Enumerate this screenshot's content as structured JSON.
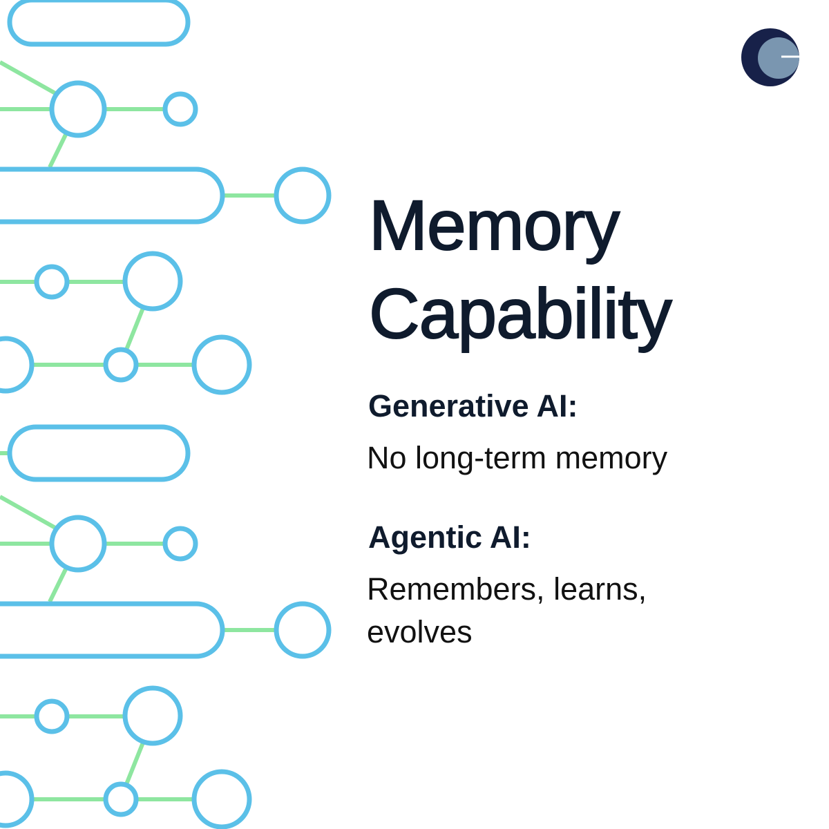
{
  "title_line1": "Memory",
  "title_line2": "Capability",
  "comparisons": [
    {
      "label": "Generative AI:",
      "value": "No long-term memory"
    },
    {
      "label": "Agentic AI:",
      "value_line1": "Remembers, learns,",
      "value_line2": "evolves"
    }
  ],
  "colors": {
    "navy": "#172149",
    "slate": "#7A96B0",
    "blue": "#5BC0E8",
    "green": "#8EE6A0",
    "text": "#0f1b2d"
  },
  "icons": [
    "brand-logo",
    "network-pattern"
  ]
}
